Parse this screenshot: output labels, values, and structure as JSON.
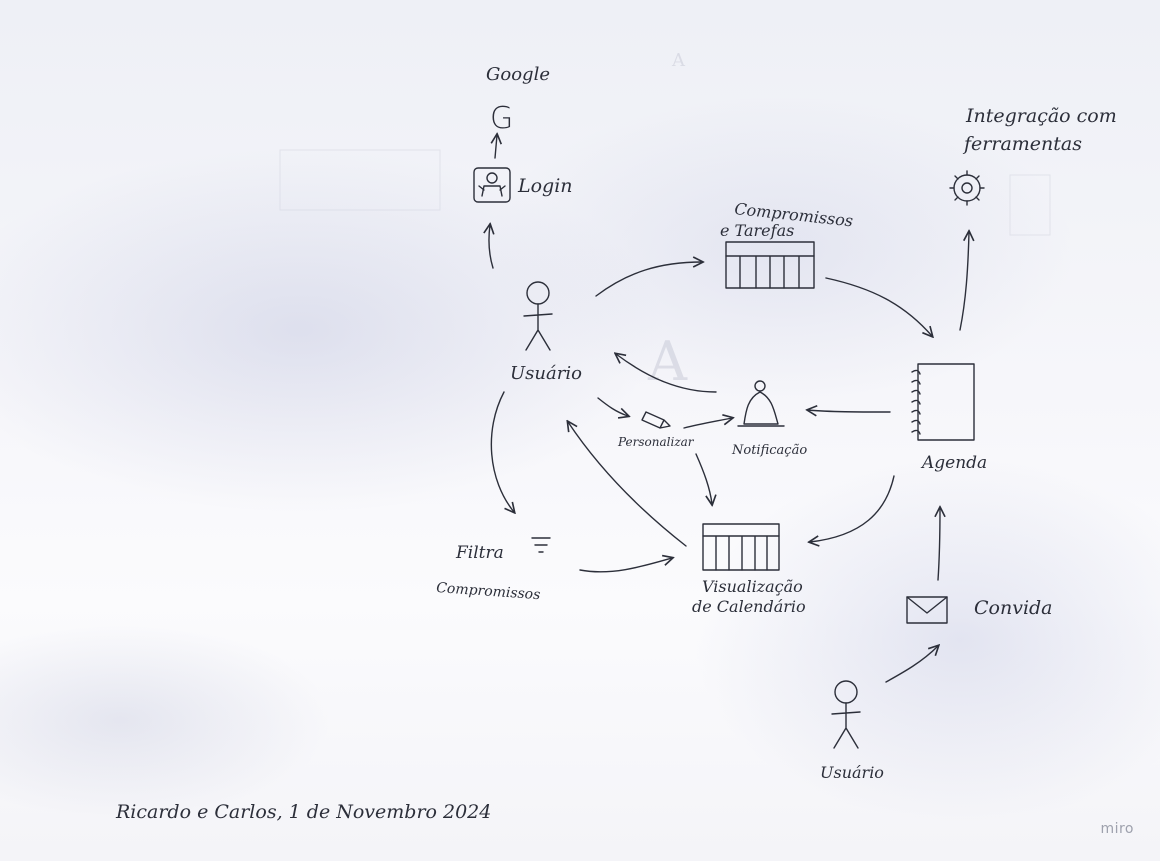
{
  "diagram": {
    "labels": {
      "google": "Google",
      "google_glyph": "G",
      "login": "Login",
      "compromissos_line1": "Compromissos",
      "compromissos_line2": "e Tarefas",
      "integracao_line1": "Integração com",
      "integracao_line2": "ferramentas",
      "usuario_main": "Usuário",
      "personalizar": "Personalizar",
      "notificacao": "Notificação",
      "agenda": "Agenda",
      "filtra_line1": "Filtra",
      "filtra_line2": "Compromissos",
      "visualizacao_line1": "Visualização",
      "visualizacao_line2": "de Calendário",
      "convida": "Convida",
      "usuario_second": "Usuário"
    },
    "icons": {
      "google": "google-g-icon",
      "login": "login-user-icon",
      "table": "table-icon",
      "gear": "gear-icon",
      "bell": "bell-icon",
      "notebook": "spiral-notebook-icon",
      "pencil": "pencil-icon",
      "filter": "filter-icon",
      "calendar": "calendar-grid-icon",
      "envelope": "envelope-icon",
      "stick_figure": "stick-figure-icon"
    },
    "ink_color": "#2c2f3a"
  },
  "signature": "Ricardo e Carlos, 1 de Novembro 2024",
  "watermark": "miro"
}
